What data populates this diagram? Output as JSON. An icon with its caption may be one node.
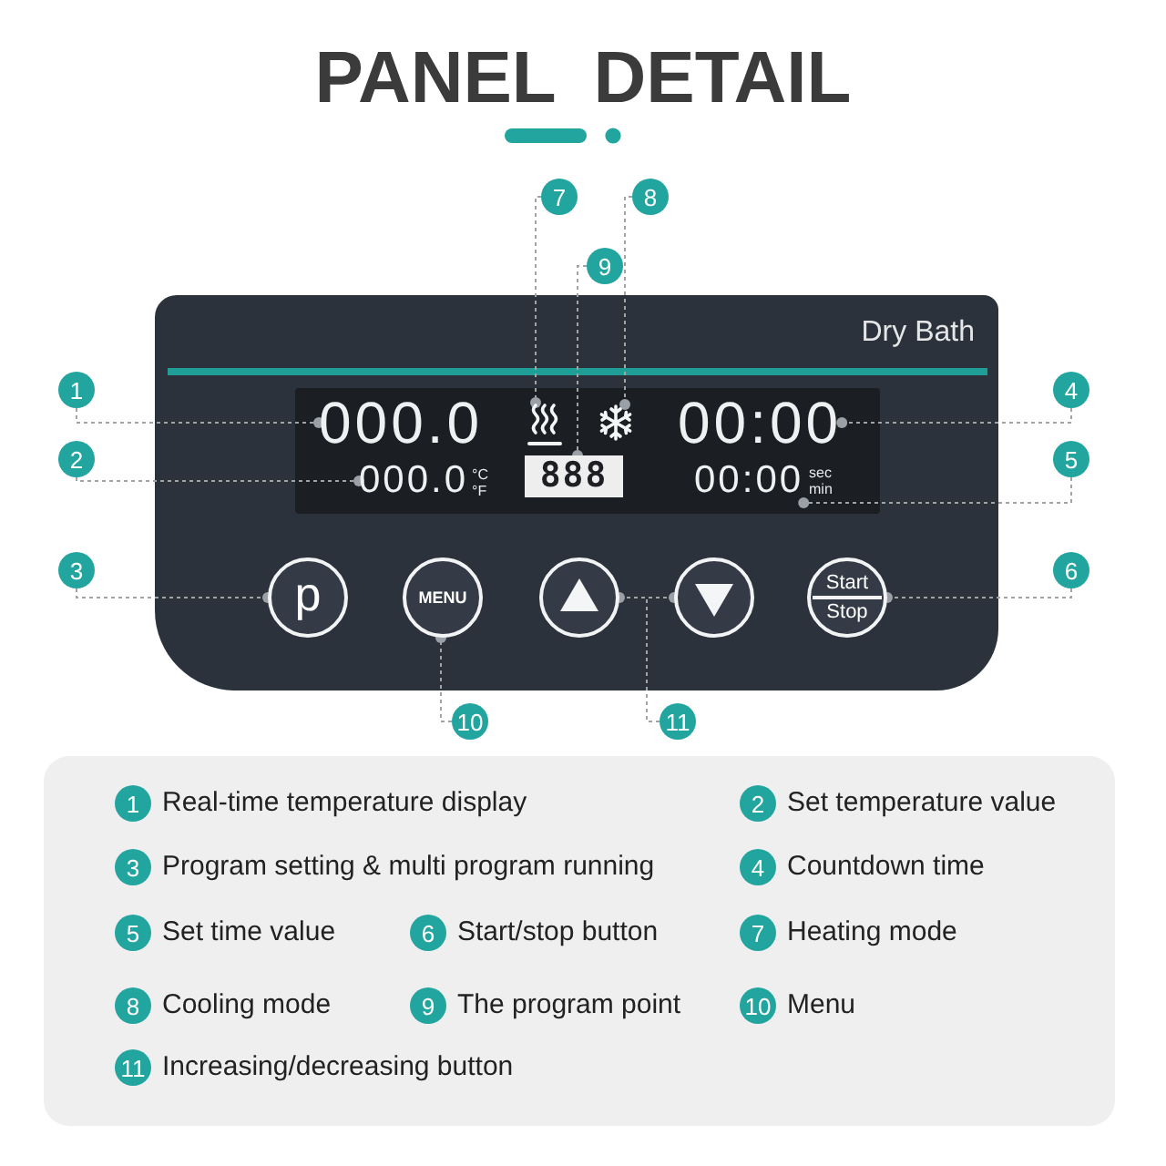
{
  "diagram": {
    "title": "PANEL DETAIL",
    "nodes": [
      {
        "text": [
          "7"
        ]
      },
      {
        "text": [
          "8"
        ]
      },
      {
        "text": [
          "9"
        ]
      },
      {
        "text": [
          "Dry Bath"
        ]
      },
      {
        "text": [],
        "shape": "box",
        "in": 3
      },
      {
        "text": [
          "000.0"
        ],
        "in": 4
      },
      {
        "text": [],
        "shape": "picture",
        "in": 4
      },
      {
        "text": [],
        "shape": "picture",
        "in": 4
      },
      {
        "text": [
          "00:00"
        ],
        "in": 4
      },
      {
        "text": [
          "000.0"
        ],
        "beside": [
          "°C",
          "°F"
        ],
        "in": 4
      },
      {
        "text": [
          "888"
        ],
        "in": 4
      },
      {
        "text": [
          "00:00"
        ],
        "beside": [
          "sec",
          "min"
        ],
        "in": 4
      },
      {
        "text": [
          "p"
        ],
        "in": 3
      },
      {
        "text": [
          "MENU"
        ],
        "in": 3
      },
      {
        "text": [],
        "shape": "circle",
        "in": 3
      },
      {
        "text": [],
        "shape": "circle",
        "in": 3
      },
      {
        "text": [
          "Start",
          "Stop"
        ],
        "in": 3
      },
      {
        "text": [
          "1"
        ]
      },
      {
        "text": [
          "4"
        ]
      },
      {
        "text": [
          "2"
        ]
      },
      {
        "text": [
          "5"
        ]
      },
      {
        "text": [
          "3"
        ]
      },
      {
        "text": [
          "6"
        ]
      },
      {
        "text": [
          "10"
        ]
      },
      {
        "text": [
          "11"
        ]
      },
      {
        "text": [],
        "shape": "box"
      },
      {
        "text": [
          "1"
        ],
        "beside": [
          "Real-time temperature display"
        ],
        "in": 25
      },
      {
        "text": [
          "2"
        ],
        "beside": [
          "Set temperature value"
        ],
        "in": 25
      },
      {
        "text": [
          "3"
        ],
        "beside": [
          "Program setting & multi program running"
        ],
        "in": 25
      },
      {
        "text": [
          "4"
        ],
        "beside": [
          "Countdown time"
        ],
        "in": 25
      },
      {
        "text": [
          "5"
        ],
        "beside": [
          "Set time value"
        ],
        "in": 25
      },
      {
        "text": [
          "6"
        ],
        "beside": [
          "Start/stop button"
        ],
        "in": 25
      },
      {
        "text": [
          "7"
        ],
        "beside": [
          "Heating mode"
        ],
        "in": 25
      },
      {
        "text": [
          "8"
        ],
        "beside": [
          "Cooling mode"
        ],
        "in": 25
      },
      {
        "text": [
          "9"
        ],
        "beside": [
          "The program point"
        ],
        "in": 25
      },
      {
        "text": [
          "10"
        ],
        "beside": [
          "Menu"
        ],
        "in": 25
      },
      {
        "text": [
          "11"
        ],
        "beside": [
          "Increasing/decreasing button"
        ],
        "in": 25
      }
    ],
    "edges": [
      {
        "from": 17,
        "to": 5,
        "arrow": "other",
        "style": "dashed"
      },
      {
        "from": 19,
        "to": 9,
        "arrow": "other",
        "style": "dashed"
      },
      {
        "from": 21,
        "to": 12,
        "arrow": "other",
        "style": "dashed"
      },
      {
        "from": 18,
        "to": 8,
        "arrow": "other",
        "style": "dashed"
      },
      {
        "from": 20,
        "to": 11,
        "arrow": "other",
        "style": "dashed"
      },
      {
        "from": 22,
        "to": 16,
        "arrow": "other",
        "style": "dashed"
      },
      {
        "from": 0,
        "to": 6,
        "arrow": "other",
        "style": "dashed"
      },
      {
        "from": 1,
        "to": 7,
        "arrow": "other",
        "style": "dashed"
      },
      {
        "from": 2,
        "to": 10,
        "arrow": "other",
        "style": "dashed"
      },
      {
        "from": 23,
        "to": 13,
        "arrow": "other",
        "style": "dashed"
      },
      {
        "from": 24,
        "to": 14,
        "arrow": "other",
        "style": "dashed"
      },
      {
        "from": 24,
        "to": 15,
        "arrow": "other",
        "style": "dashed"
      }
    ]
  }
}
